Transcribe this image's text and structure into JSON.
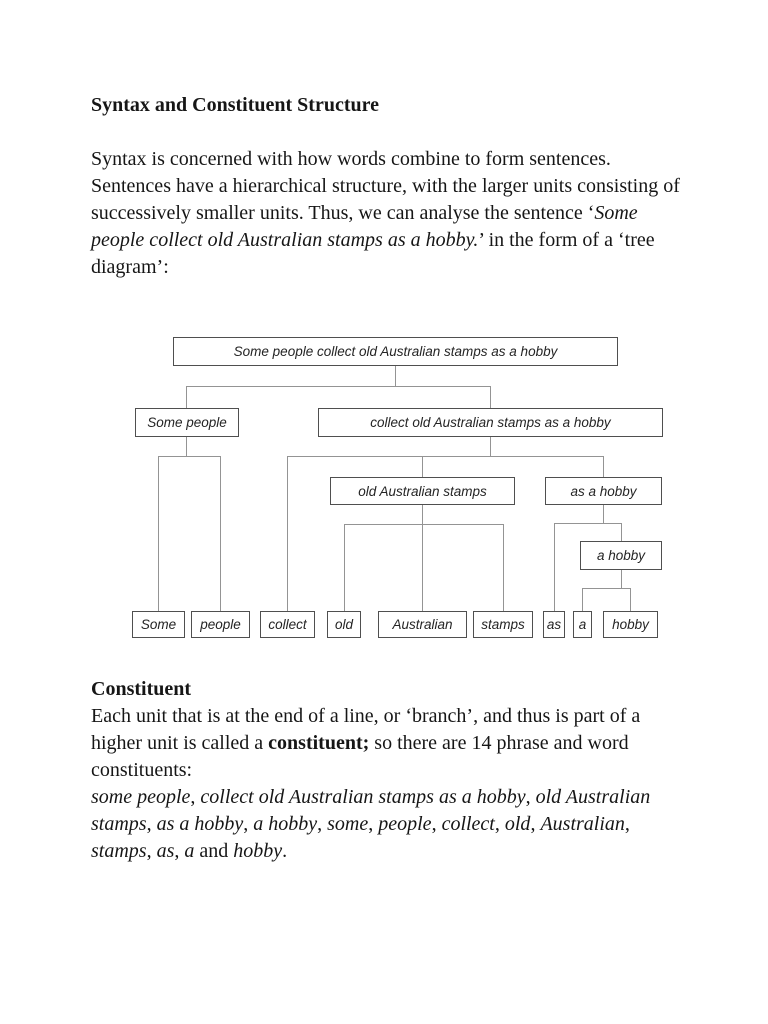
{
  "page": {
    "title": "Syntax and Constituent Structure",
    "intro": {
      "before": "Syntax is concerned with how words combine to form sentences. Sentences have a hierarchical structure, with the larger units consisting of successively smaller units. Thus, we can analyse the sentence ‘",
      "italic": "Some people collect old Australian stamps as a hobby.",
      "after": "’ in the form of a ‘tree diagram’:"
    },
    "constituent": {
      "heading": "Constituent",
      "body_before_bold": "Each unit that is at the end of a line, or ‘branch’, and thus is part of a higher unit is called a ",
      "bold": "constituent;",
      "body_after_bold": " so there are 14 phrase and word constituents:",
      "phrases": [
        "some people",
        "collect old Australian stamps as a hobby",
        "old Australian stamps",
        "as a hobby",
        "a hobby",
        "some",
        "people",
        "collect",
        "old",
        "Australian",
        "stamps",
        "as",
        "a",
        "hobby"
      ],
      "separator": ", ",
      "final_separator": " and ",
      "terminator": "."
    }
  },
  "tree": {
    "nodes": [
      {
        "id": "sentence",
        "label": "Some people collect old Australian stamps as a hobby"
      },
      {
        "id": "np1",
        "label": "Some people"
      },
      {
        "id": "vp",
        "label": "collect old Australian stamps as a hobby"
      },
      {
        "id": "np2",
        "label": "old Australian stamps"
      },
      {
        "id": "pp",
        "label": "as a hobby"
      },
      {
        "id": "np3",
        "label": "a hobby"
      },
      {
        "id": "w-some",
        "label": "Some"
      },
      {
        "id": "w-people",
        "label": "people"
      },
      {
        "id": "w-collect",
        "label": "collect"
      },
      {
        "id": "w-old",
        "label": "old"
      },
      {
        "id": "w-australian",
        "label": "Australian"
      },
      {
        "id": "w-stamps",
        "label": "stamps"
      },
      {
        "id": "w-as",
        "label": "as"
      },
      {
        "id": "w-a",
        "label": "a"
      },
      {
        "id": "w-hobby",
        "label": "hobby"
      }
    ]
  },
  "colors": {
    "text": "#161616",
    "tree_box_border": "#4f4f4f",
    "tree_line": "#949494",
    "background": "#ffffff"
  }
}
